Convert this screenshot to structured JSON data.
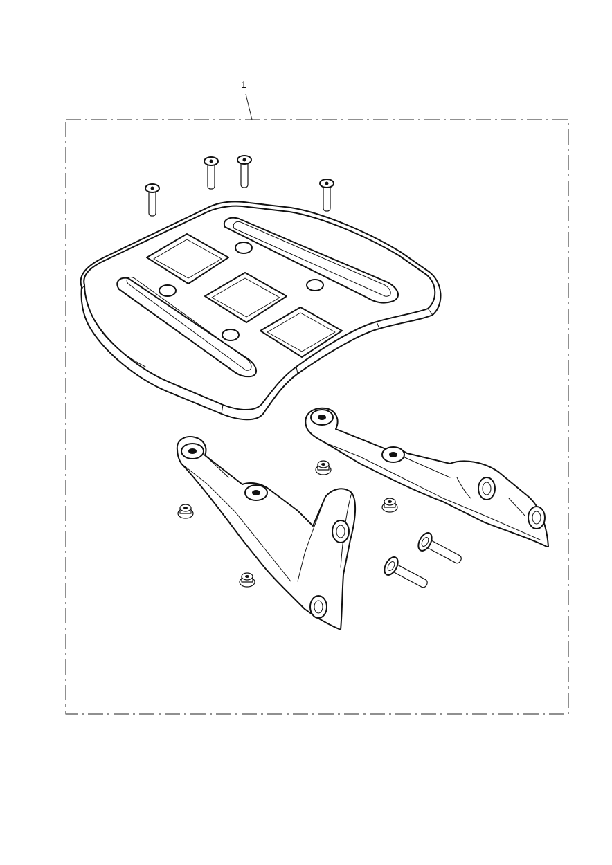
{
  "callout": {
    "number": "1"
  },
  "icons": {
    "boundary": "dash-dot-kit-boundary",
    "rack": "luggage-rack-plate",
    "bolts": "countersunk-bolt",
    "brackets": "mounting-bracket",
    "nuts": "flange-nut",
    "shoulder_bolts": "shoulder-bolt"
  }
}
